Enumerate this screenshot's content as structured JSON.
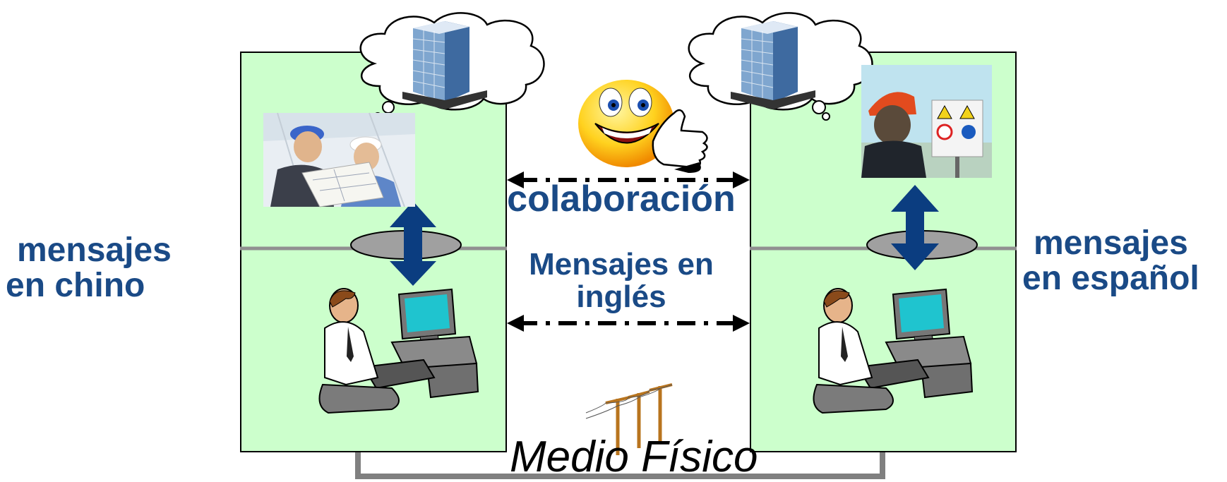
{
  "left_side": {
    "label_line1": "mensajes",
    "label_line2": "en chino"
  },
  "right_side": {
    "label_line1": "mensajes",
    "label_line2": "en español"
  },
  "center": {
    "collaboration": "colaboración",
    "messages_line1": "Mensajes en",
    "messages_line2": "inglés"
  },
  "physical_medium": "Medio Físico",
  "colors": {
    "panel_fill": "#ccffcc",
    "text_blue": "#1a4a86",
    "arrow_blue": "#0b3d80",
    "separator_gray": "#808080"
  },
  "icons": [
    "cloud-building-icon",
    "smiley-thumbs-up-icon",
    "user-computer-icon",
    "utility-poles-icon",
    "double-arrow-icon"
  ]
}
